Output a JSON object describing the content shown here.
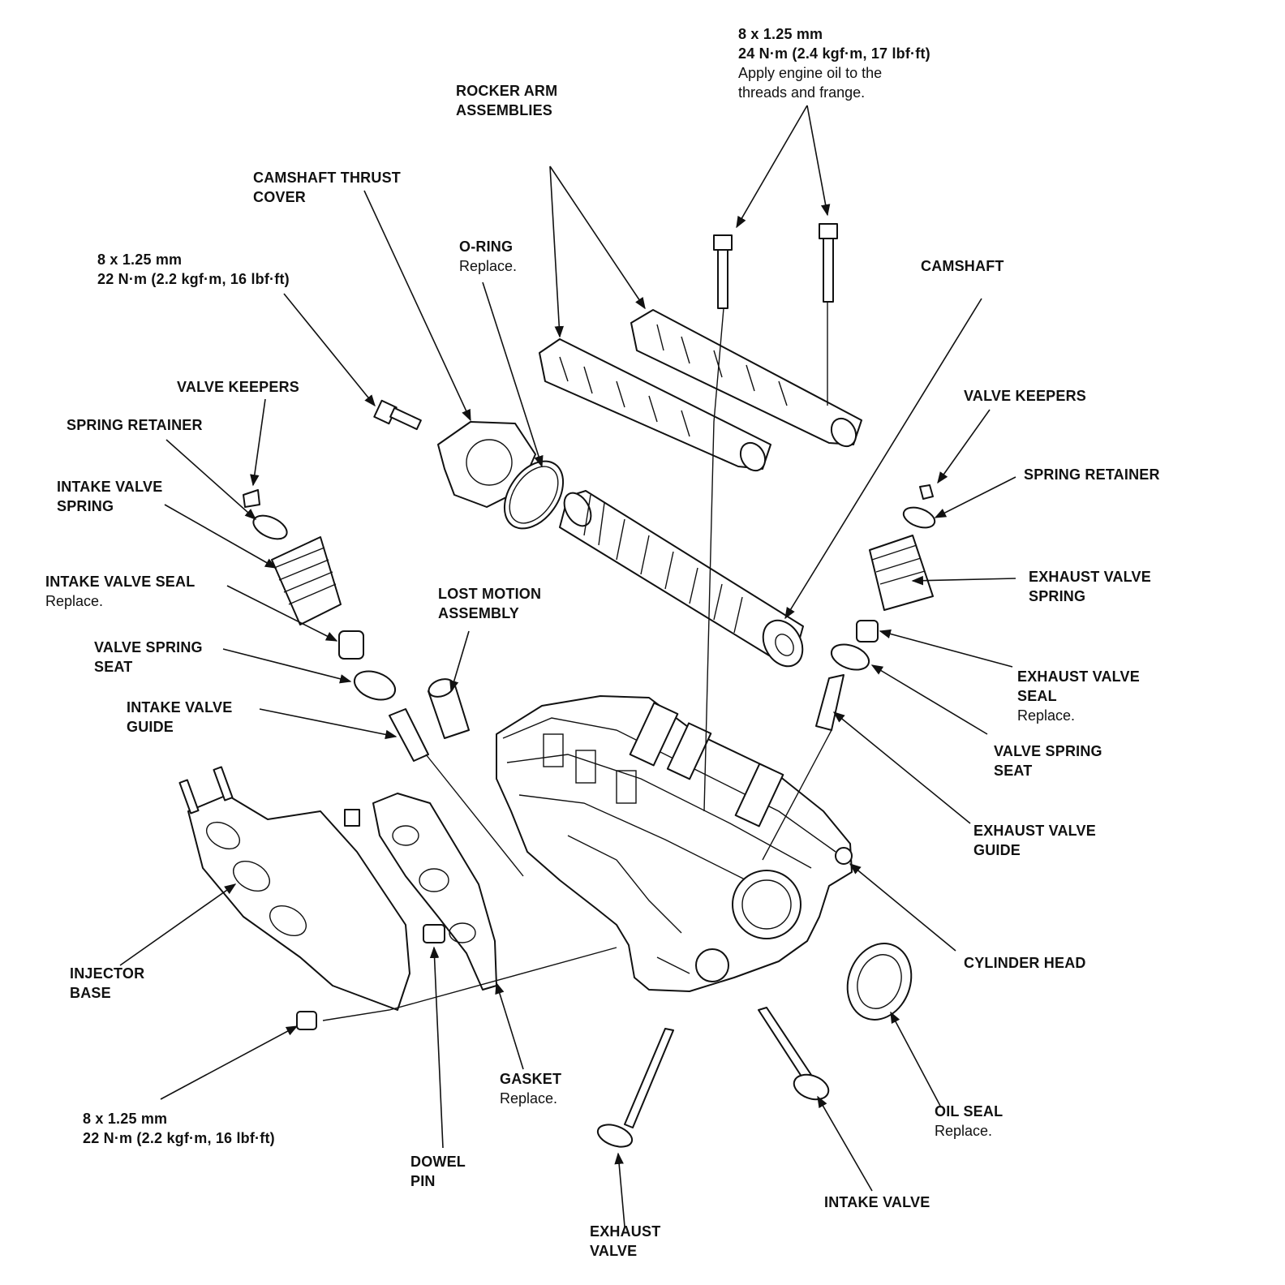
{
  "labels": {
    "rocker_bolt": [
      "8 x 1.25 mm",
      "24 N·m (2.4 kgf·m, 17 lbf·ft)",
      "Apply engine oil to the",
      "threads and frange."
    ],
    "rocker_arm": [
      "ROCKER ARM",
      "ASSEMBLIES"
    ],
    "camshaft_thrust_cover": [
      "CAMSHAFT THRUST",
      "COVER"
    ],
    "o_ring": [
      "O-RING",
      "Replace."
    ],
    "camshaft": [
      "CAMSHAFT"
    ],
    "thrust_bolt": [
      "8 x 1.25 mm",
      "22 N·m (2.2 kgf·m, 16 lbf·ft)"
    ],
    "valve_keepers_left": [
      "VALVE KEEPERS"
    ],
    "spring_retainer_left": [
      "SPRING RETAINER"
    ],
    "intake_valve_spring": [
      "INTAKE VALVE",
      "SPRING"
    ],
    "intake_valve_seal": [
      "INTAKE VALVE SEAL",
      "Replace."
    ],
    "valve_spring_seat_left": [
      "VALVE SPRING",
      "SEAT"
    ],
    "intake_valve_guide": [
      "INTAKE VALVE",
      "GUIDE"
    ],
    "lost_motion": [
      "LOST MOTION",
      "ASSEMBLY"
    ],
    "valve_keepers_right": [
      "VALVE KEEPERS"
    ],
    "spring_retainer_right": [
      "SPRING RETAINER"
    ],
    "exhaust_valve_spring": [
      "EXHAUST VALVE",
      "SPRING"
    ],
    "exhaust_valve_seal": [
      "EXHAUST VALVE",
      "SEAL",
      "Replace."
    ],
    "valve_spring_seat_right": [
      "VALVE SPRING",
      "SEAT"
    ],
    "exhaust_valve_guide": [
      "EXHAUST VALVE",
      "GUIDE"
    ],
    "cylinder_head": [
      "CYLINDER HEAD"
    ],
    "injector_base": [
      "INJECTOR",
      "BASE"
    ],
    "injector_nut": [
      "8 x 1.25 mm",
      "22 N·m (2.2 kgf·m, 16 lbf·ft)"
    ],
    "gasket": [
      "GASKET",
      "Replace."
    ],
    "dowel_pin": [
      "DOWEL",
      "PIN"
    ],
    "exhaust_valve": [
      "EXHAUST",
      "VALVE"
    ],
    "intake_valve": [
      "INTAKE VALVE"
    ],
    "oil_seal": [
      "OIL SEAL",
      "Replace."
    ]
  }
}
